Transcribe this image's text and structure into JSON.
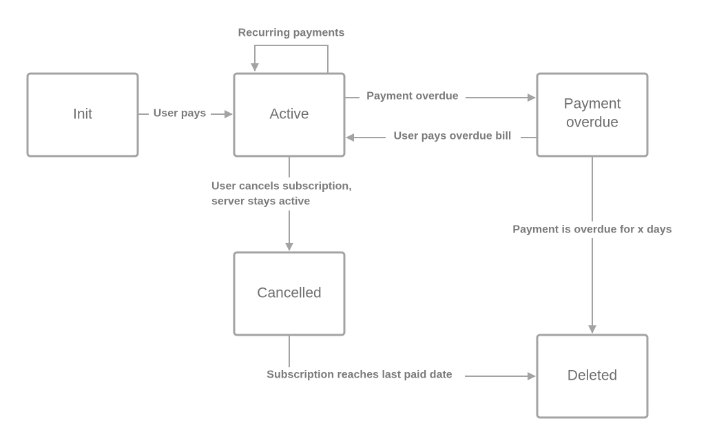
{
  "nodes": {
    "init": "Init",
    "active": "Active",
    "payment_overdue": [
      "Payment",
      "overdue"
    ],
    "cancelled": "Cancelled",
    "deleted": "Deleted"
  },
  "edges": {
    "recurring": "Recurring payments",
    "user_pays": "User pays",
    "payment_overdue": "Payment overdue",
    "user_pays_overdue": "User pays overdue bill",
    "cancel": [
      "User cancels subscription,",
      "server stays active"
    ],
    "overdue_x_days": "Payment is overdue for x days",
    "last_paid": "Subscription reaches last paid date"
  },
  "colors": {
    "stroke": "#a3a3a3",
    "node_text": "#6e6e6e",
    "edge_text": "#7a7a7a"
  }
}
